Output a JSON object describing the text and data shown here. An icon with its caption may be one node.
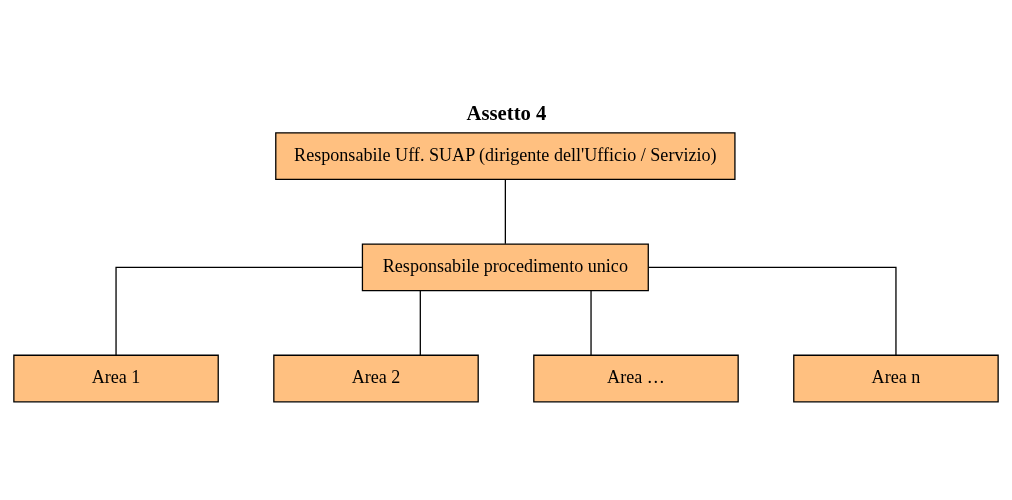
{
  "diagram": {
    "title": "Assetto 4",
    "nodes": [
      {
        "text": [
          "Responsabile Uff. SUAP (dirigente dell'Ufficio / Servizio)"
        ]
      },
      {
        "text": [
          "Responsabile procedimento unico"
        ]
      },
      {
        "text": [
          "Area 1"
        ]
      },
      {
        "text": [
          "Area 2"
        ]
      },
      {
        "text": [
          "Area …"
        ]
      },
      {
        "text": [
          "Area n"
        ]
      }
    ],
    "edges": [
      {
        "from": 0,
        "to": 1,
        "arrow": "none"
      },
      {
        "from": 1,
        "to": 2,
        "arrow": "none"
      },
      {
        "from": 1,
        "to": 3,
        "arrow": "none"
      },
      {
        "from": 1,
        "to": 4,
        "arrow": "none"
      },
      {
        "from": 1,
        "to": 5,
        "arrow": "none"
      }
    ]
  }
}
